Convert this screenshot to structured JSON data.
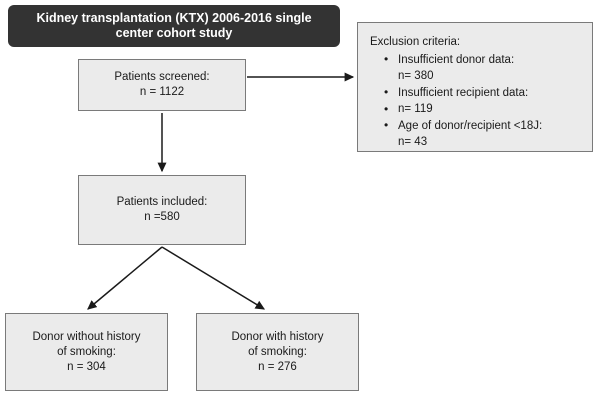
{
  "title": {
    "line1": "Kidney transplantation (KTX) 2006-2016 single",
    "line2": "center cohort study"
  },
  "boxes": {
    "screened": {
      "label": "Patients screened:",
      "count": "n = 1122"
    },
    "included": {
      "label": "Patients included:",
      "count": "n =580"
    },
    "donor_without_smoking": {
      "line1": "Donor without history",
      "line2": "of smoking:",
      "count": "n = 304"
    },
    "donor_with_smoking": {
      "line1": "Donor with history",
      "line2": "of smoking:",
      "count": "n = 276"
    }
  },
  "exclusion": {
    "heading": "Exclusion criteria:",
    "items": [
      {
        "text": "Insufficient donor data:",
        "bulleted": true
      },
      {
        "text": "n= 380",
        "bulleted": false
      },
      {
        "text": "Insufficient recipient data:",
        "bulleted": true
      },
      {
        "text": "n= 119",
        "bulleted": true
      },
      {
        "text": "Age of donor/recipient <18J:",
        "bulleted": true
      },
      {
        "text": "n= 43",
        "bulleted": false
      }
    ]
  },
  "colors": {
    "banner_background": "#333333",
    "banner_text": "#ffffff",
    "box_fill": "#ebebeb",
    "box_border": "#7a7a7a",
    "arrow": "#1a1a1a",
    "canvas_background": "#ffffff"
  },
  "arrows": [
    {
      "name": "screened-to-exclusion",
      "direction": "right"
    },
    {
      "name": "screened-to-included",
      "direction": "down"
    },
    {
      "name": "included-to-donor-without-smoking",
      "direction": "down-left"
    },
    {
      "name": "included-to-donor-with-smoking",
      "direction": "down-right"
    }
  ]
}
